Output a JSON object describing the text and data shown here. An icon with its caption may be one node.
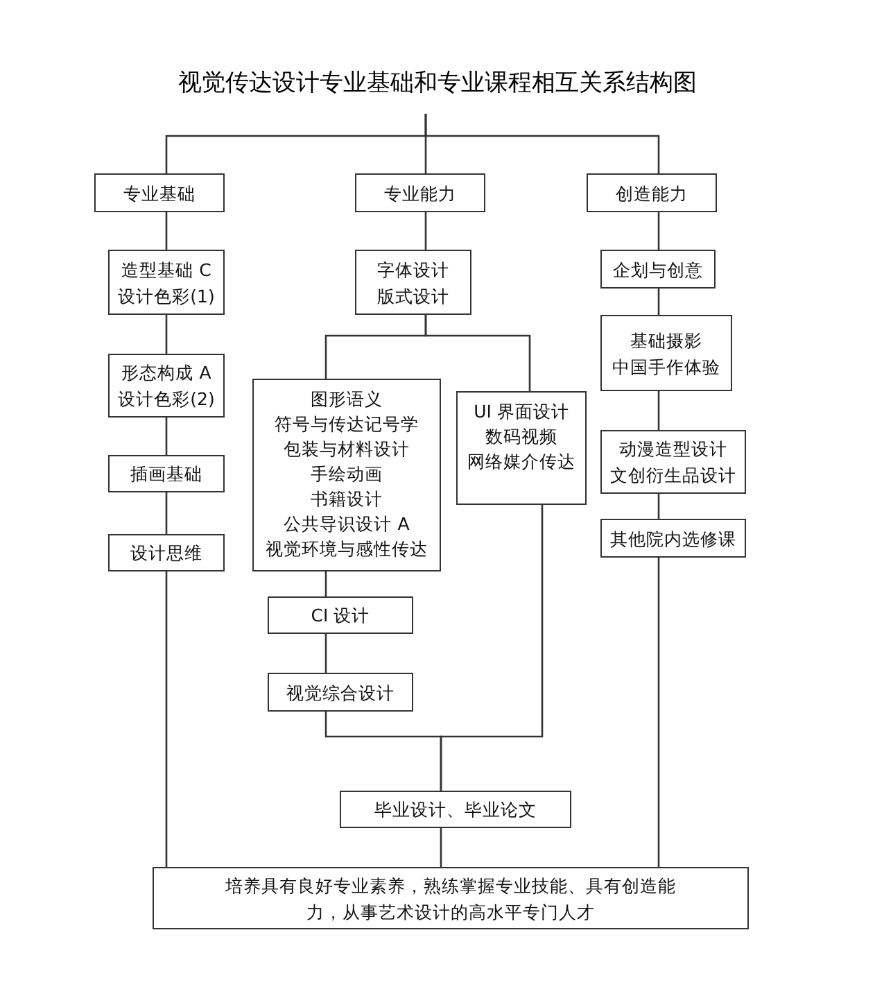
{
  "diagram": {
    "title": "视觉传达设计专业基础和专业课程相互关系结构图",
    "nodes": [
      {
        "text": [
          "专业基础"
        ]
      },
      {
        "text": [
          "专业能力"
        ]
      },
      {
        "text": [
          "创造能力"
        ]
      },
      {
        "text": [
          "造型基础 C",
          "设计色彩(1)"
        ]
      },
      {
        "text": [
          "字体设计",
          "版式设计"
        ]
      },
      {
        "text": [
          "企划与创意"
        ]
      },
      {
        "text": [
          "基础摄影",
          "中国手作体验"
        ]
      },
      {
        "text": [
          "形态构成 A",
          "设计色彩(2)"
        ]
      },
      {
        "text": [
          "图形语义",
          "符号与传达记号学",
          "包装与材料设计",
          "手绘动画",
          "书籍设计",
          "公共导识设计 A",
          "视觉环境与感性传达"
        ]
      },
      {
        "text": [
          "UI 界面设计",
          "数码视频",
          "网络媒介传达"
        ]
      },
      {
        "text": [
          "动漫造型设计",
          "文创衍生品设计"
        ]
      },
      {
        "text": [
          "插画基础"
        ]
      },
      {
        "text": [
          "设计思维"
        ]
      },
      {
        "text": [
          "其他院内选修课"
        ]
      },
      {
        "text": [
          "CI 设计"
        ]
      },
      {
        "text": [
          "视觉综合设计"
        ]
      },
      {
        "text": [
          "毕业设计、毕业论文"
        ]
      },
      {
        "text": [
          "培养具有良好专业素养，熟练掌握专业技能、具有创造能力，从事艺术设计的高水平专门人才"
        ]
      }
    ],
    "edges": [
      {
        "from": null,
        "to": 0,
        "arrow": "none"
      },
      {
        "from": null,
        "to": 1,
        "arrow": "none"
      },
      {
        "from": null,
        "to": 2,
        "arrow": "none"
      },
      {
        "from": 0,
        "to": 3,
        "arrow": "none"
      },
      {
        "from": 3,
        "to": 7,
        "arrow": "none"
      },
      {
        "from": 7,
        "to": 11,
        "arrow": "none"
      },
      {
        "from": 11,
        "to": 12,
        "arrow": "none"
      },
      {
        "from": 12,
        "to": 17,
        "arrow": "none"
      },
      {
        "from": 1,
        "to": 4,
        "arrow": "none"
      },
      {
        "from": 4,
        "to": 8,
        "arrow": "none"
      },
      {
        "from": 4,
        "to": 9,
        "arrow": "none"
      },
      {
        "from": 8,
        "to": 14,
        "arrow": "none"
      },
      {
        "from": 14,
        "to": 15,
        "arrow": "none"
      },
      {
        "from": 15,
        "to": 16,
        "arrow": "none"
      },
      {
        "from": 9,
        "to": 16,
        "arrow": "none"
      },
      {
        "from": 16,
        "to": 17,
        "arrow": "none"
      },
      {
        "from": 2,
        "to": 5,
        "arrow": "none"
      },
      {
        "from": 5,
        "to": 6,
        "arrow": "none"
      },
      {
        "from": 6,
        "to": 10,
        "arrow": "none"
      },
      {
        "from": 10,
        "to": 13,
        "arrow": "none"
      },
      {
        "from": 13,
        "to": 17,
        "arrow": "none"
      }
    ]
  }
}
